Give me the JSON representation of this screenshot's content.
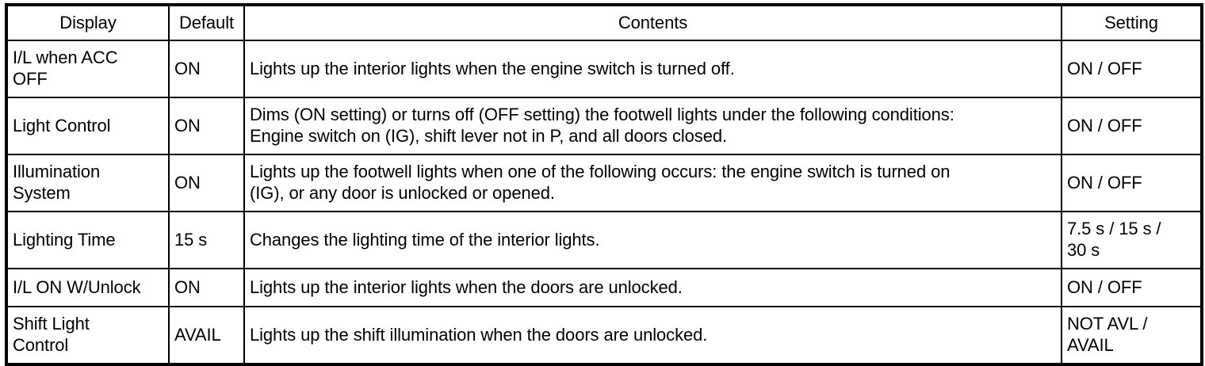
{
  "table": {
    "columns": [
      {
        "key": "display",
        "label": "Display"
      },
      {
        "key": "default",
        "label": "Default"
      },
      {
        "key": "contents",
        "label": "Contents"
      },
      {
        "key": "setting",
        "label": "Setting"
      }
    ],
    "rows": [
      {
        "display_line1": "I/L when ACC",
        "display_line2": "OFF",
        "default": "ON",
        "contents_line1": "Lights up the interior lights when the engine switch is turned off.",
        "contents_line2": "",
        "setting_line1": "ON / OFF",
        "setting_line2": ""
      },
      {
        "display_line1": "Light Control",
        "display_line2": "",
        "default": "ON",
        "contents_line1": "Dims (ON setting) or turns off (OFF setting) the footwell lights under the following conditions:",
        "contents_line2": "Engine switch on (IG), shift lever not in P, and all doors closed.",
        "setting_line1": "ON / OFF",
        "setting_line2": ""
      },
      {
        "display_line1": "Illumination",
        "display_line2": "System",
        "default": "ON",
        "contents_line1": "Lights up the footwell lights when one of the following occurs: the engine switch is turned on",
        "contents_line2": "(IG), or any door is unlocked or opened.",
        "setting_line1": "ON / OFF",
        "setting_line2": ""
      },
      {
        "display_line1": "Lighting Time",
        "display_line2": "",
        "default": "15 s",
        "contents_line1": "Changes the lighting time of the interior lights.",
        "contents_line2": "",
        "setting_line1": "7.5 s / 15 s /",
        "setting_line2": "30 s"
      },
      {
        "display_line1": "I/L ON W/Unlock",
        "display_line2": "",
        "default": "ON",
        "contents_line1": "Lights up the interior lights when the doors are unlocked.",
        "contents_line2": "",
        "setting_line1": "ON / OFF",
        "setting_line2": ""
      },
      {
        "display_line1": "Shift Light",
        "display_line2": "Control",
        "default": "AVAIL",
        "contents_line1": "Lights up the shift illumination when the doors are unlocked.",
        "contents_line2": "",
        "setting_line1": "NOT AVL /",
        "setting_line2": "AVAIL"
      }
    ]
  },
  "colors": {
    "border": "#000000",
    "background": "#ffffff",
    "text": "#000000"
  }
}
